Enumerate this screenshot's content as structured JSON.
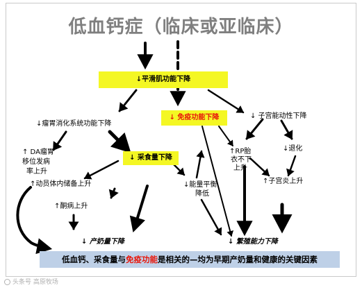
{
  "title": "低血钙症（临床或亚临床）",
  "nodes": {
    "smooth_muscle": "↓平滑肌功能下降",
    "immune": "↓ 免疫功能下降",
    "uterus_motility": "↓ 子宫能动性下降",
    "rumen_digestion": "↓瘤胃消化系统功能下降",
    "feed_intake": "↓ 采食量下降",
    "da_line1": "↑ DA瘤胃",
    "da_line2": "移位发病",
    "da_line3": "率上升",
    "rp_line1": "↑RP胎",
    "rp_line2": "衣不下",
    "rp_line3": "上升",
    "involution": "↓退化",
    "body_reserve": "↑动员体内储备上升",
    "energy_line1": "↓能量平衡",
    "energy_line2": "降低",
    "endometritis": "↑子宫炎上升",
    "ketosis": "↑酮病上升",
    "milk_yield": "↓ 产奶量下降",
    "fertility": "↓ 繁殖能力下降"
  },
  "bottom_bar": {
    "part1": "低血钙、采食量与",
    "part2": "免疫功能",
    "part3": "是相关的—均为早期产奶量和健康的关键因素"
  },
  "watermark": "头条号 高原牧场",
  "colors": {
    "highlight_box": "#f4f724",
    "accent_red": "#e8170b",
    "bottom_bar": "#bed0e7",
    "title_gray": "#7f7f7f"
  }
}
